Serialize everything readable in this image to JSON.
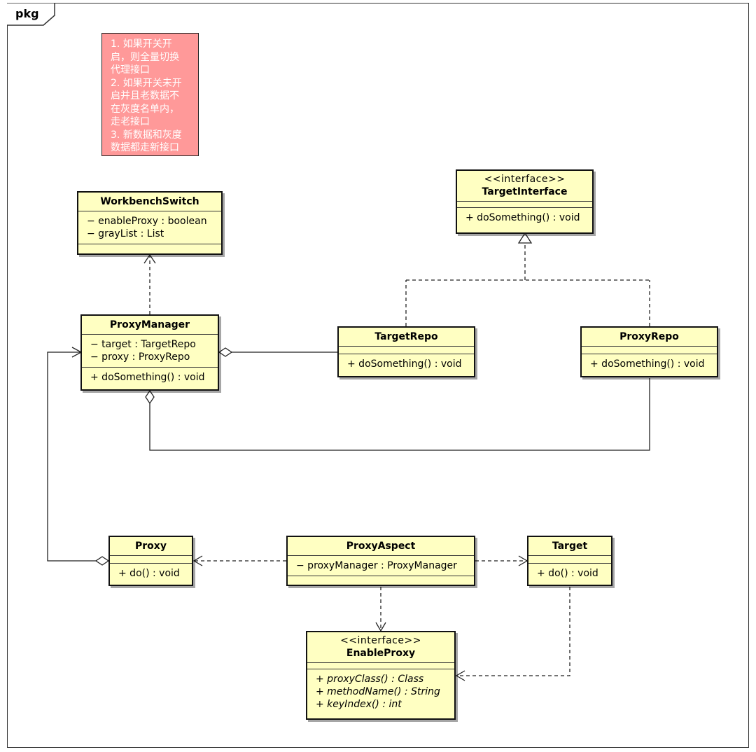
{
  "package": {
    "label": "pkg"
  },
  "note": {
    "lines": [
      "1. 如果开关开",
      "启，则全量切换",
      "代理接口",
      "2. 如果开关未开",
      "启并且老数据不",
      "在灰度名单内，",
      "走老接口",
      "3. 新数据和灰度",
      "数据都走新接口"
    ],
    "color": "#ff9999"
  },
  "classes": {
    "workbench_switch": {
      "name": "WorkbenchSwitch",
      "attributes": [
        "− enableProxy : boolean",
        "− grayList : List"
      ]
    },
    "target_interface": {
      "stereotype": "<<interface>>",
      "name": "TargetInterface",
      "methods": [
        "+ doSomething() : void"
      ]
    },
    "proxy_manager": {
      "name": "ProxyManager",
      "attributes": [
        "− target : TargetRepo",
        "− proxy : ProxyRepo"
      ],
      "methods": [
        "+ doSomething() : void"
      ]
    },
    "target_repo": {
      "name": "TargetRepo",
      "methods": [
        "+ doSomething() : void"
      ]
    },
    "proxy_repo": {
      "name": "ProxyRepo",
      "methods": [
        "+ doSomething() : void"
      ]
    },
    "proxy": {
      "name": "Proxy",
      "methods": [
        "+ do() : void"
      ]
    },
    "proxy_aspect": {
      "name": "ProxyAspect",
      "attributes": [
        "− proxyManager : ProxyManager"
      ]
    },
    "target": {
      "name": "Target",
      "methods": [
        "+ do() : void"
      ]
    },
    "enable_proxy": {
      "stereotype": "<<interface>>",
      "name": "EnableProxy",
      "methods": [
        "+ proxyClass() : Class",
        "+ methodName() : String",
        "+ keyIndex() : int"
      ]
    }
  },
  "colors": {
    "class_fill": "#ffffc2",
    "border": "#111111"
  }
}
